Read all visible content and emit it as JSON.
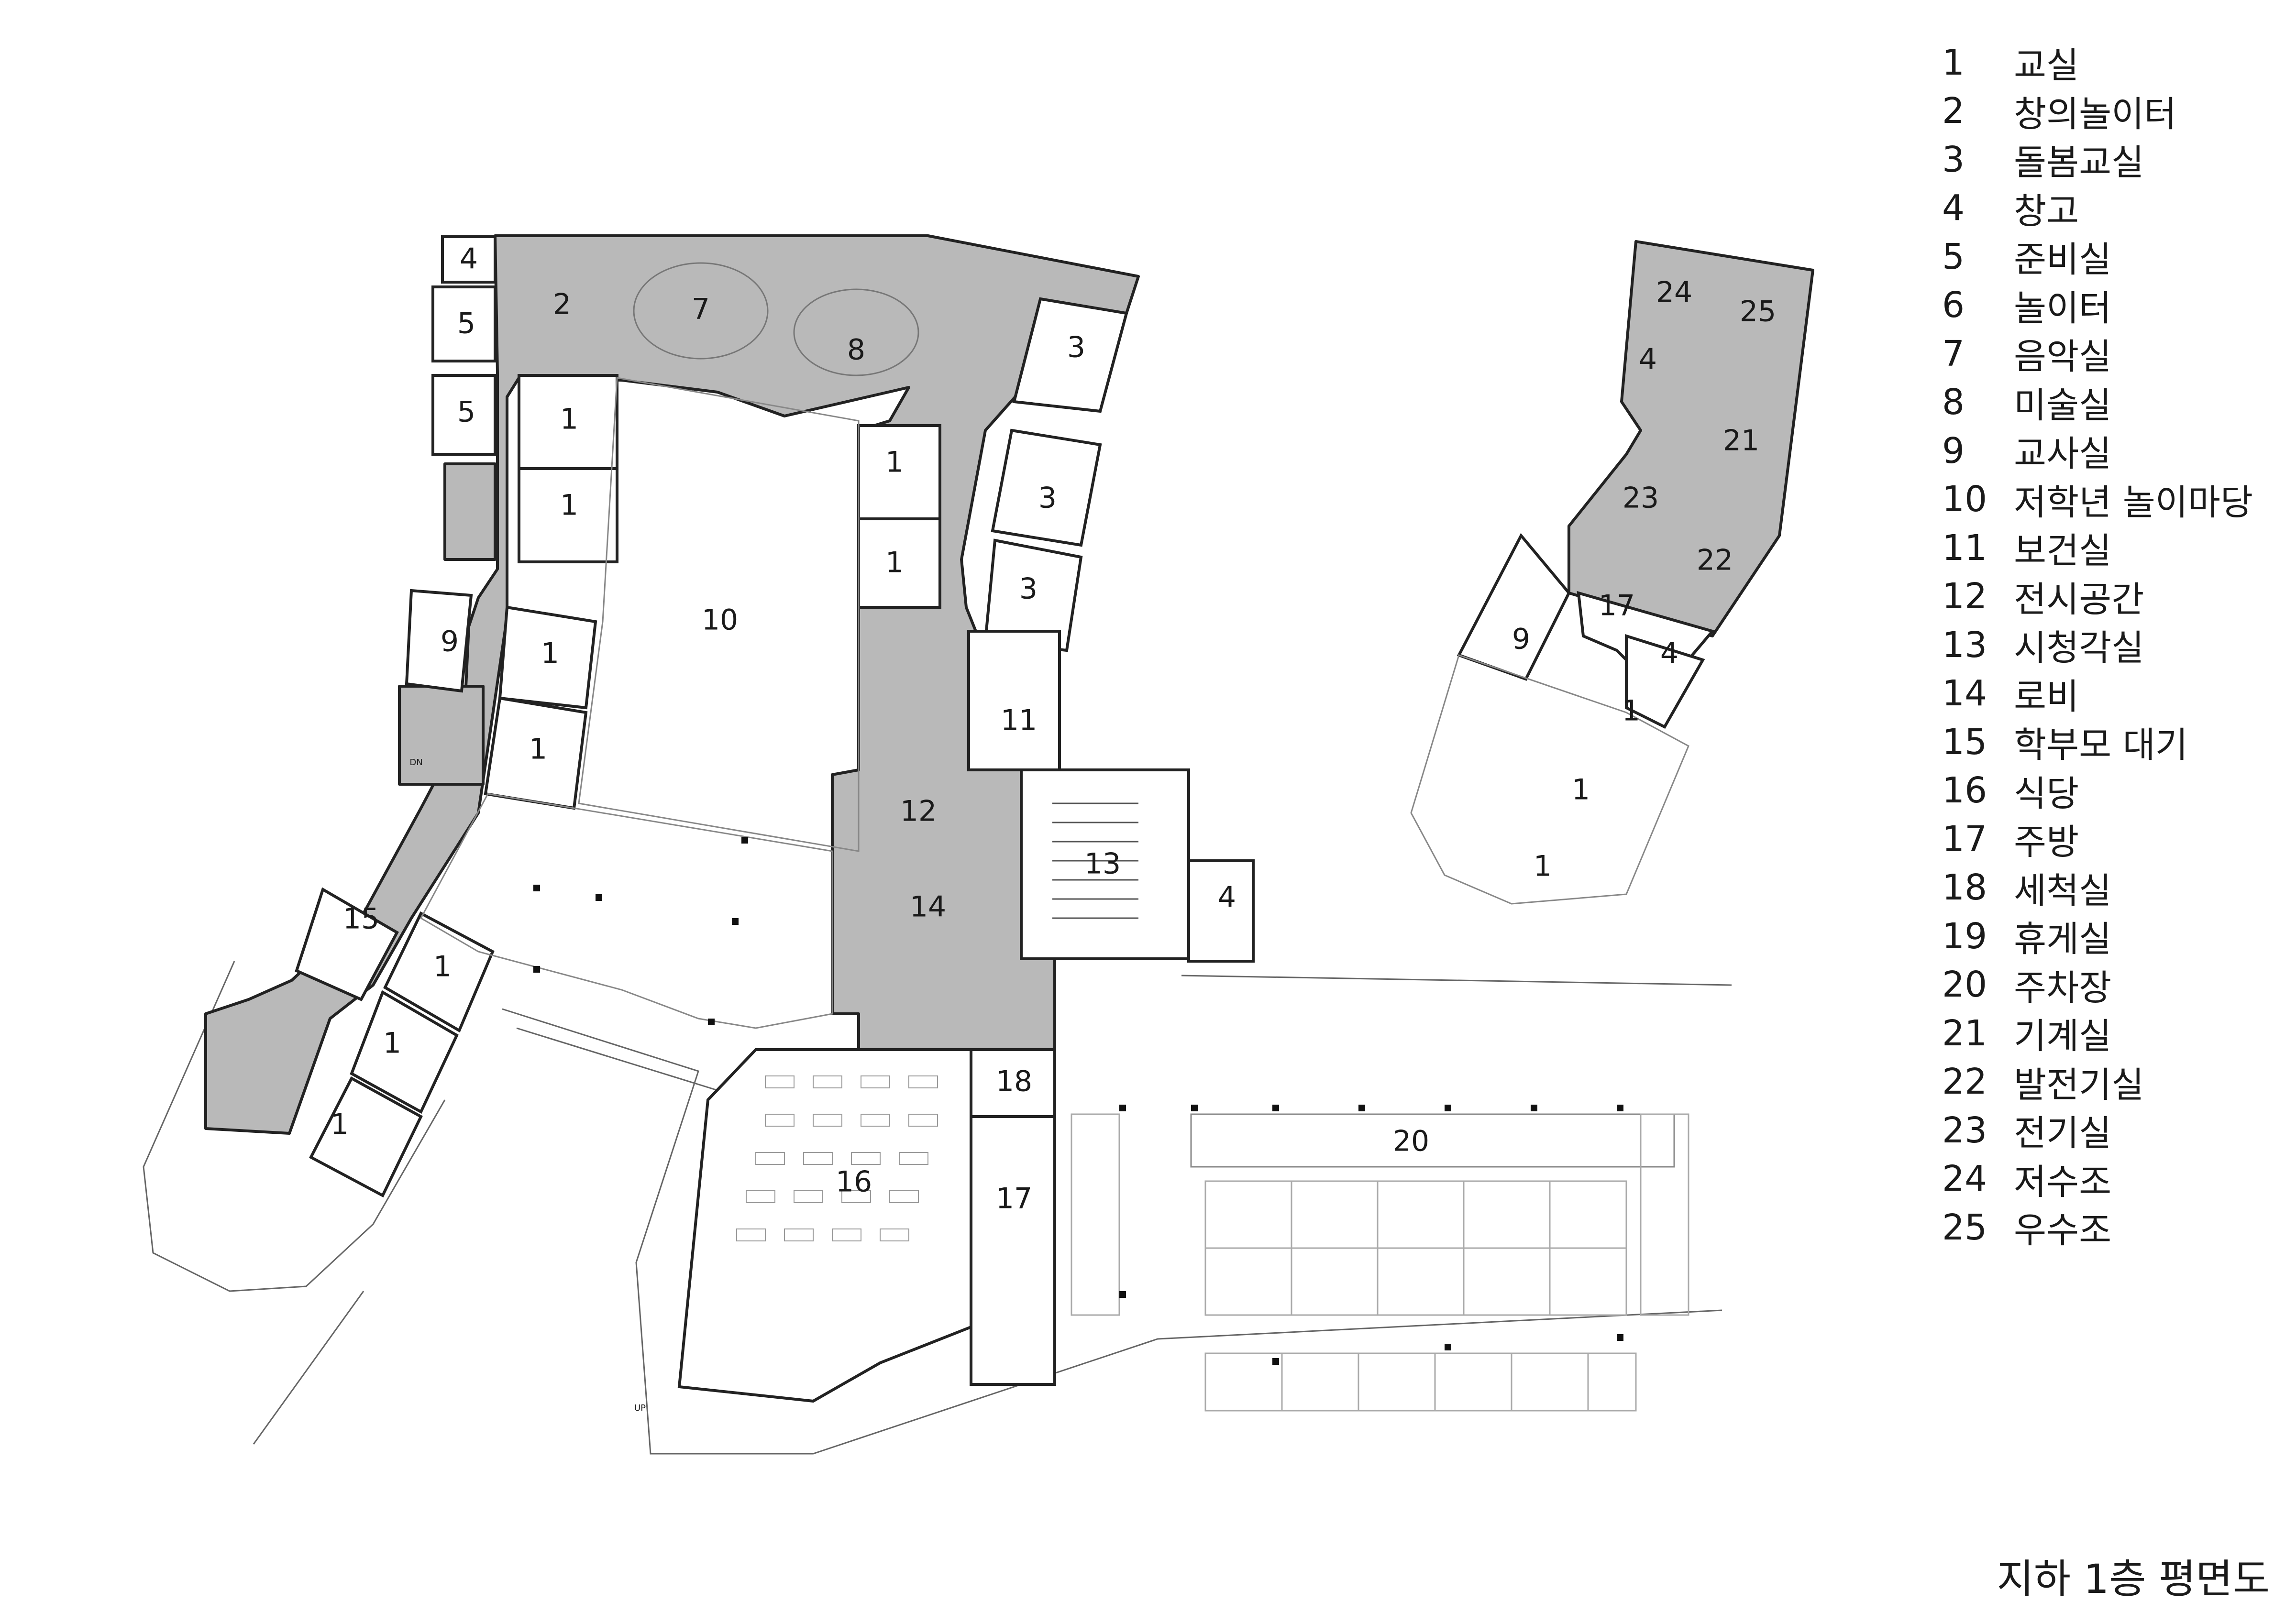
{
  "legend": {
    "items": [
      {
        "num": "1",
        "label": "교실"
      },
      {
        "num": "2",
        "label": "창의놀이터"
      },
      {
        "num": "3",
        "label": "돌봄교실"
      },
      {
        "num": "4",
        "label": "창고"
      },
      {
        "num": "5",
        "label": "준비실"
      },
      {
        "num": "6",
        "label": "놀이터"
      },
      {
        "num": "7",
        "label": "음악실"
      },
      {
        "num": "8",
        "label": "미술실"
      },
      {
        "num": "9",
        "label": "교사실"
      },
      {
        "num": "10",
        "label": "저학년 놀이마당"
      },
      {
        "num": "11",
        "label": "보건실"
      },
      {
        "num": "12",
        "label": "전시공간"
      },
      {
        "num": "13",
        "label": "시청각실"
      },
      {
        "num": "14",
        "label": "로비"
      },
      {
        "num": "15",
        "label": "학부모 대기"
      },
      {
        "num": "16",
        "label": "식당"
      },
      {
        "num": "17",
        "label": "주방"
      },
      {
        "num": "18",
        "label": "세척실"
      },
      {
        "num": "19",
        "label": "휴게실"
      },
      {
        "num": "20",
        "label": "주차장"
      },
      {
        "num": "21",
        "label": "기계실"
      },
      {
        "num": "22",
        "label": "발전기실"
      },
      {
        "num": "23",
        "label": "전기실"
      },
      {
        "num": "24",
        "label": "저수조"
      },
      {
        "num": "25",
        "label": "우수조"
      }
    ]
  },
  "plan_title": "지하 1층 평면도",
  "room_labels": {
    "r4a": "4",
    "r5a": "5",
    "r5b": "5",
    "r2": "2",
    "r7": "7",
    "r8": "8",
    "r3a": "3",
    "r3b": "3",
    "r3c": "3",
    "r1a": "1",
    "r1b": "1",
    "r1c": "1",
    "r1d": "1",
    "r1e": "1",
    "r1f": "1",
    "r9a": "9",
    "r10": "10",
    "r11": "11",
    "r12": "12",
    "r13": "13",
    "r14": "14",
    "r4b": "4",
    "r15": "15",
    "r1g": "1",
    "r1h": "1",
    "r1i": "1",
    "r16": "16",
    "r18": "18",
    "r17a": "17",
    "r20": "20",
    "r24": "24",
    "r25": "25",
    "r4c": "4",
    "r21": "21",
    "r23": "23",
    "r22": "22",
    "r9b": "9",
    "r17b": "17",
    "r4d": "4",
    "r1j": "1",
    "r1k": "1",
    "r1l": "1",
    "up": "UP",
    "dn": "DN"
  }
}
